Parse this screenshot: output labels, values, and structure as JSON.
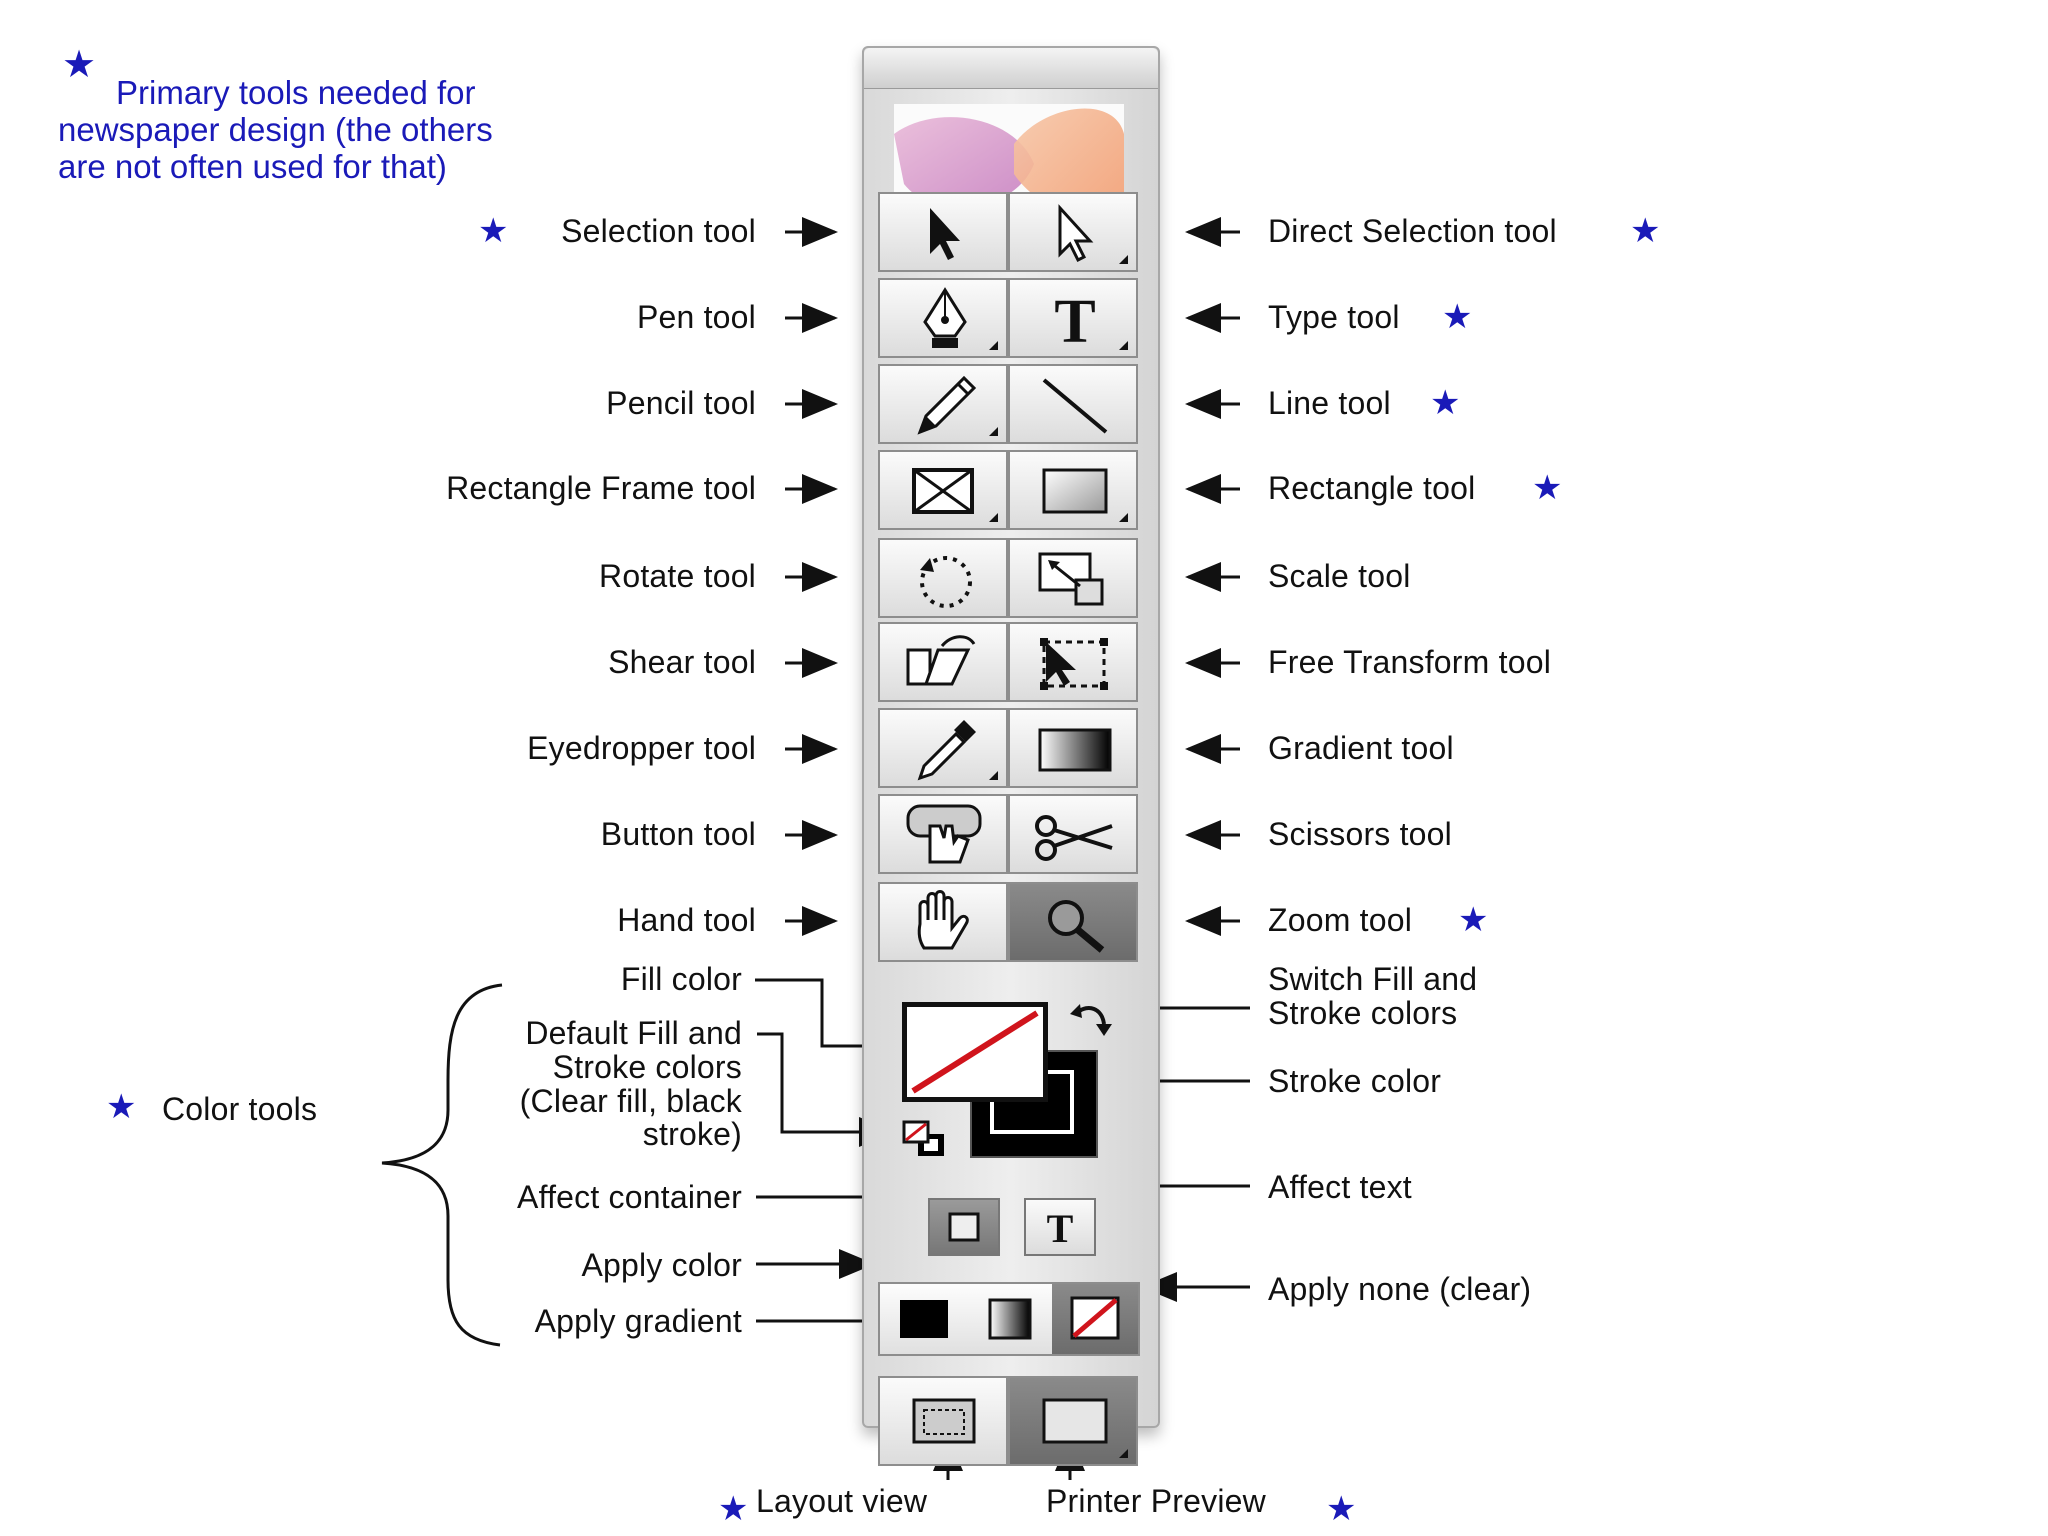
{
  "note": {
    "line1": "Primary tools needed for",
    "line2": "newspaper design (the others",
    "line3": "are not often used for that)"
  },
  "left_labels": {
    "selection": "Selection tool",
    "pen": "Pen tool",
    "pencil": "Pencil tool",
    "rect_frame": "Rectangle Frame tool",
    "rotate": "Rotate tool",
    "shear": "Shear tool",
    "eyedropper": "Eyedropper tool",
    "button": "Button tool",
    "hand": "Hand tool",
    "fill_color": "Fill color",
    "default_1": "Default Fill and",
    "default_2": "Stroke colors",
    "default_3": "(Clear fill, black",
    "default_4": "stroke)",
    "affect_container": "Affect container",
    "apply_color": "Apply color",
    "apply_gradient": "Apply gradient",
    "color_tools": "Color tools"
  },
  "right_labels": {
    "direct_selection": "Direct Selection tool",
    "type": "Type tool",
    "line": "Line tool",
    "rectangle": "Rectangle tool",
    "scale": "Scale tool",
    "free_transform": "Free Transform tool",
    "gradient": "Gradient tool",
    "scissors": "Scissors tool",
    "zoom": "Zoom tool",
    "switch_1": "Switch Fill and",
    "switch_2": "Stroke colors",
    "stroke_color": "Stroke color",
    "affect_text": "Affect text",
    "apply_none": "Apply none (clear)"
  },
  "bottom_labels": {
    "layout_view": "Layout view",
    "printer_preview": "Printer Preview"
  },
  "star_glyph": "★",
  "colors": {
    "star_blue": "#1a1ab8",
    "note_blue": "#1a1ab8",
    "clear_red": "#d0141c"
  }
}
